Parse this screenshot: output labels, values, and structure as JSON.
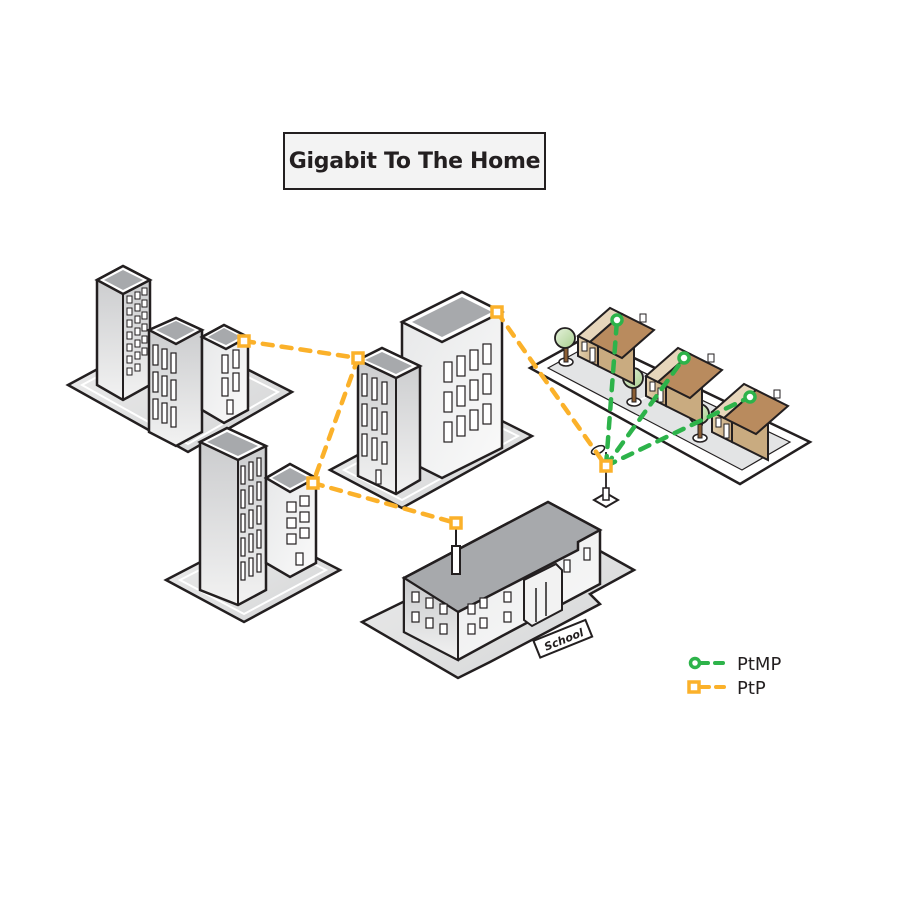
{
  "title": "Gigabit To The Home",
  "labels": {
    "school": "School"
  },
  "colors": {
    "ptp": "#fbb12a",
    "ptmp": "#2db34a",
    "outline": "#231f20",
    "roof": "#a7a9ac",
    "house_wall": "#d8bf98",
    "house_roof": "#b98b5e",
    "tree": "#c9e3b5"
  },
  "legend": [
    {
      "key": "ptmp",
      "label": "PtMP",
      "marker": "circle"
    },
    {
      "key": "ptp",
      "label": "PtP",
      "marker": "square"
    }
  ],
  "nodes": {
    "ptp": [
      {
        "id": "office-cluster-a",
        "label": ""
      },
      {
        "id": "midrise-left",
        "label": ""
      },
      {
        "id": "midrise-right",
        "label": ""
      },
      {
        "id": "office-cluster-b",
        "label": ""
      },
      {
        "id": "school",
        "label": ""
      },
      {
        "id": "street-pole",
        "label": ""
      }
    ],
    "ptmp": [
      {
        "id": "house-1",
        "label": ""
      },
      {
        "id": "house-2",
        "label": ""
      },
      {
        "id": "house-3",
        "label": ""
      }
    ]
  },
  "links": {
    "ptp": [
      [
        "office-cluster-a",
        "midrise-left"
      ],
      [
        "midrise-left",
        "office-cluster-b"
      ],
      [
        "office-cluster-b",
        "school"
      ],
      [
        "midrise-right",
        "street-pole"
      ]
    ],
    "ptmp": [
      [
        "street-pole",
        "house-1"
      ],
      [
        "street-pole",
        "house-2"
      ],
      [
        "street-pole",
        "house-3"
      ]
    ]
  }
}
